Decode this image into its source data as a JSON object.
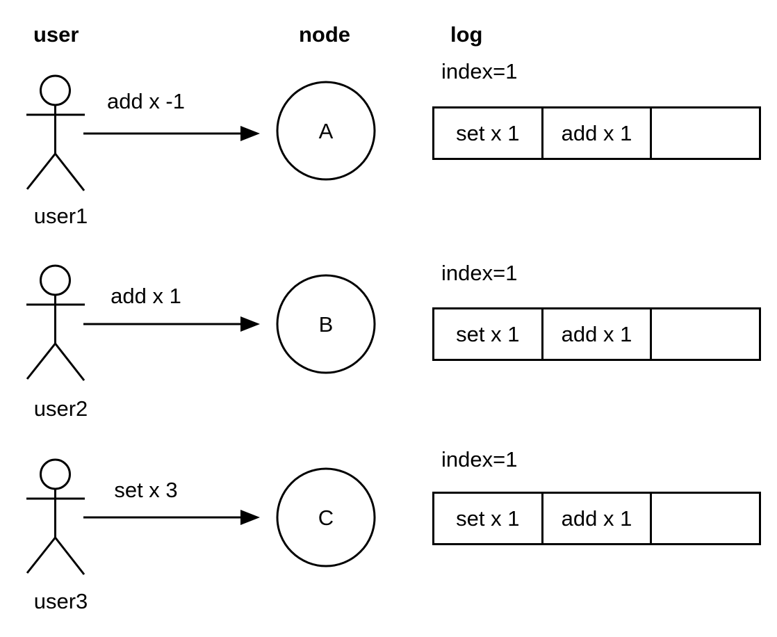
{
  "diagram": {
    "columns": {
      "user": "user",
      "node": "node",
      "log": "log"
    },
    "rows": [
      {
        "user_name": "user1",
        "message": "add x -1",
        "node_name": "A",
        "log": {
          "index_label": "index=1",
          "entries": [
            "set x 1",
            "add x 1",
            ""
          ]
        }
      },
      {
        "user_name": "user2",
        "message": "add x 1",
        "node_name": "B",
        "log": {
          "index_label": "index=1",
          "entries": [
            "set x 1",
            "add x 1",
            ""
          ]
        }
      },
      {
        "user_name": "user3",
        "message": "set x 3",
        "node_name": "C",
        "log": {
          "index_label": "index=1",
          "entries": [
            "set x 1",
            "add x 1",
            ""
          ]
        }
      }
    ]
  },
  "colors": {
    "ink": "#000000",
    "background": "#ffffff"
  }
}
